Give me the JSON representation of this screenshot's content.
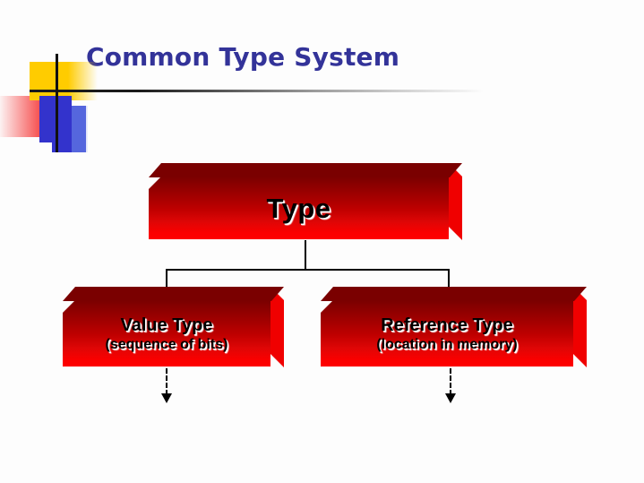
{
  "slide": {
    "title": "Common Type System",
    "background_color": "#fdfdfd",
    "title_color": "#333399"
  },
  "decoration": {
    "yellow_color": "#ffcc00",
    "blue_color": "#3333cc",
    "red_color": "#f42020",
    "rule_color": "#1a1a1a"
  },
  "diagram": {
    "type": "hierarchy",
    "box_fill_top": "#7a0000",
    "box_fill_bottom": "#ff0000",
    "box_side_color": "#f00000",
    "root": {
      "id": "type",
      "label": "Type"
    },
    "children": [
      {
        "id": "value-type",
        "label": "Value Type",
        "sublabel": "(sequence of bits)",
        "has_dashed_arrow": true
      },
      {
        "id": "reference-type",
        "label": "Reference Type",
        "sublabel": "(location in memory)",
        "has_dashed_arrow": true
      }
    ]
  }
}
